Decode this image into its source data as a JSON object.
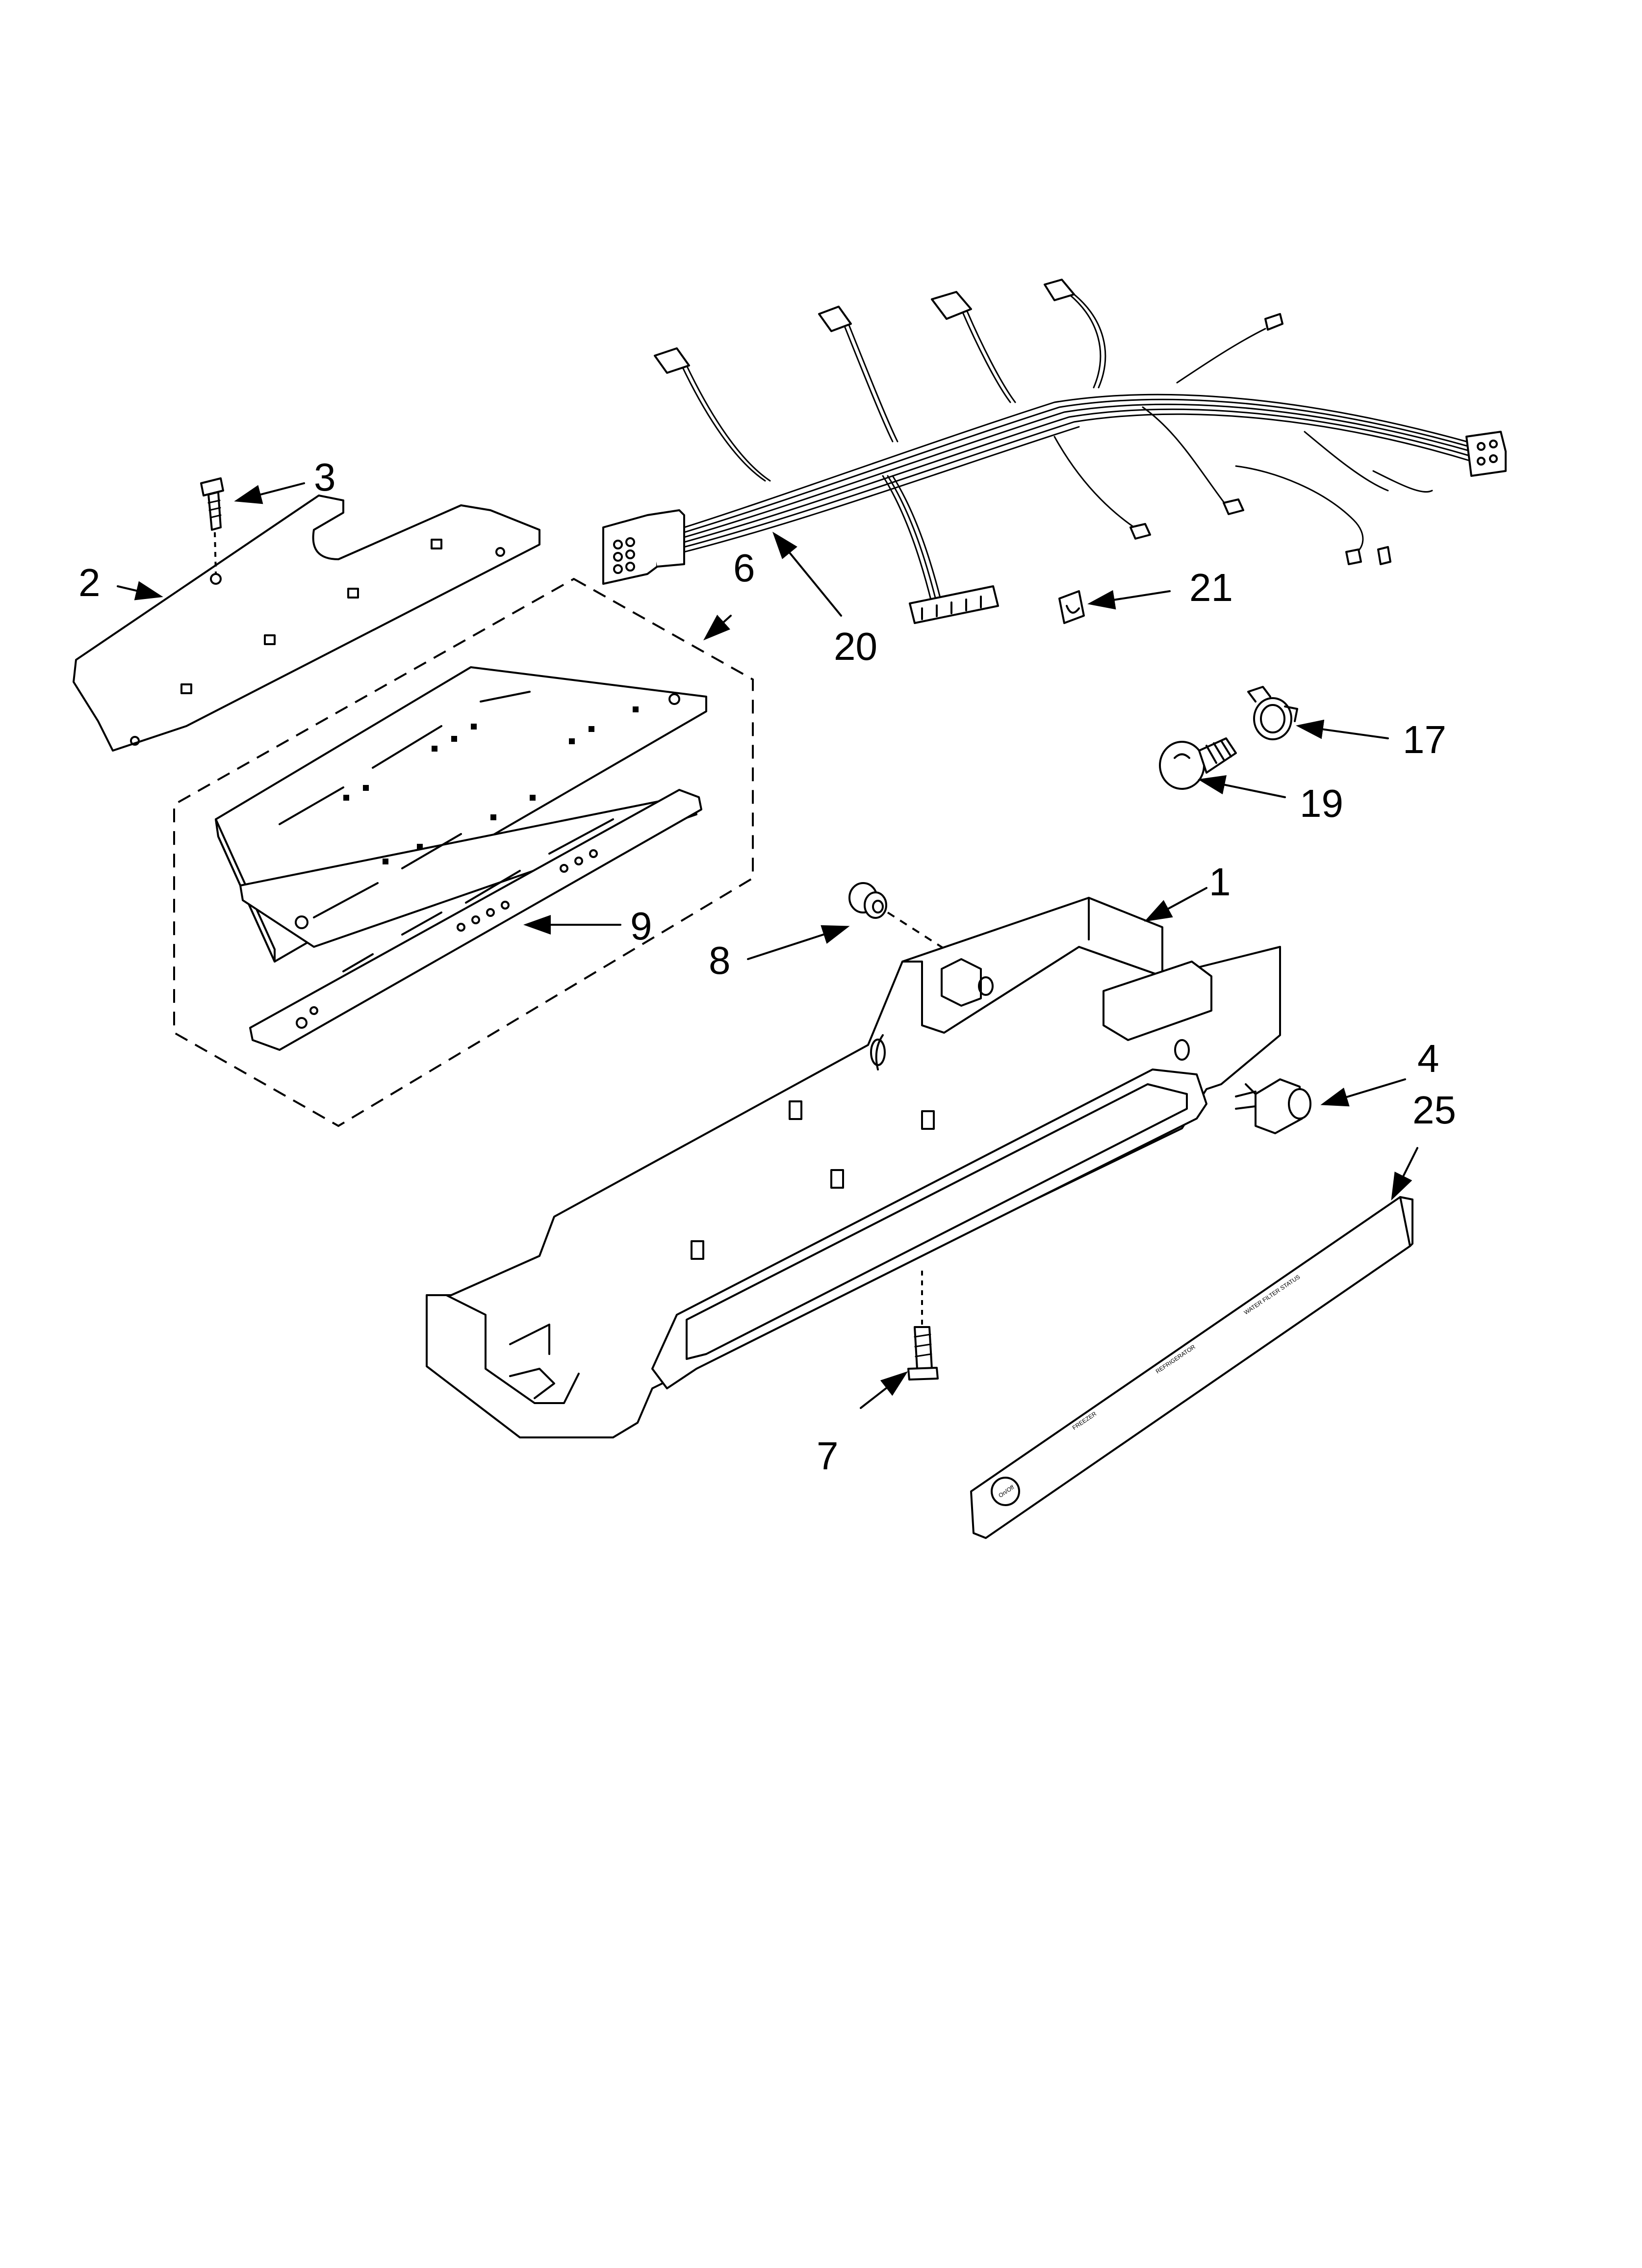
{
  "callouts": {
    "c1": "1",
    "c2": "2",
    "c3": "3",
    "c4": "4",
    "c6": "6",
    "c7": "7",
    "c8": "8",
    "c9": "9",
    "c17": "17",
    "c19": "19",
    "c20": "20",
    "c21": "21",
    "c25": "25"
  },
  "panel_labels": {
    "freezer": "FREEZER",
    "refrigerator": "REFRIGERATOR",
    "water_filter": "WATER FILTER STATUS",
    "onoff": "On/Off"
  }
}
